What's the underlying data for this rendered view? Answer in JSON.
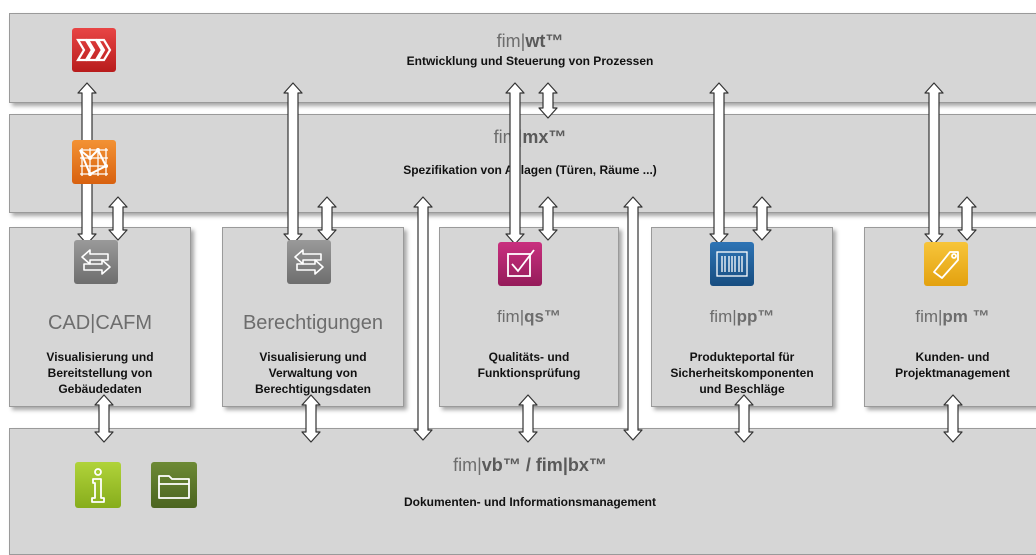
{
  "layers": {
    "wt": {
      "title_prefix": "fim|",
      "title_bold": "wt",
      "title_suffix": "™",
      "subtitle": "Entwicklung und Steuerung von Prozessen"
    },
    "mx": {
      "title_prefix": "fim|",
      "title_bold": "mx",
      "title_suffix": "™",
      "subtitle": "Spezifikation von Anlagen (Türen, Räume ...)"
    },
    "vb": {
      "title_prefix": "fim|",
      "title_bold1": "vb",
      "title_mid": "™ / fim|",
      "title_bold2": "bx",
      "title_suffix": "™",
      "subtitle": "Dokumenten- und Informationsmanagement"
    }
  },
  "modules": {
    "cad": {
      "title": "CAD|CAFM",
      "desc": [
        "Visualisierung und",
        "Bereitstellung von",
        "Gebäudedaten"
      ]
    },
    "ber": {
      "title": "Berechtigungen",
      "desc": [
        "Visualisierung und",
        "Verwaltung von",
        "Berechtigungsdaten"
      ]
    },
    "qs": {
      "title_prefix": "fim|",
      "title_bold": "qs",
      "title_suffix": "™",
      "desc": [
        "Qualitäts- und",
        "Funktionsprüfung"
      ]
    },
    "pp": {
      "title_prefix": "fim|",
      "title_bold": "pp",
      "title_suffix": "™",
      "desc": [
        "Produkteportal für",
        "Sicherheitskomponenten",
        "und Beschläge"
      ]
    },
    "pm": {
      "title_prefix": "fim|",
      "title_bold": "pm",
      "title_suffix": " ™",
      "desc": [
        "Kunden- und",
        "Projektmanagement"
      ]
    }
  },
  "icons": {
    "wt": {
      "name": "process-arrows-icon",
      "color": "#d42a2a"
    },
    "mx": {
      "name": "grid-network-icon",
      "color": "#e8741c"
    },
    "cad": {
      "name": "exchange-arrows-icon",
      "color": "#8a8a8a"
    },
    "ber": {
      "name": "exchange-arrows-icon",
      "color": "#8a8a8a"
    },
    "qs": {
      "name": "checkbox-icon",
      "color": "#b0236b"
    },
    "pp": {
      "name": "barcode-icon",
      "color": "#1f5f9a"
    },
    "pm": {
      "name": "tag-icon",
      "color": "#f0b51a"
    },
    "info": {
      "name": "info-icon",
      "color": "#9cc32a"
    },
    "folder": {
      "name": "folder-icon",
      "color": "#5f7a2a"
    }
  }
}
